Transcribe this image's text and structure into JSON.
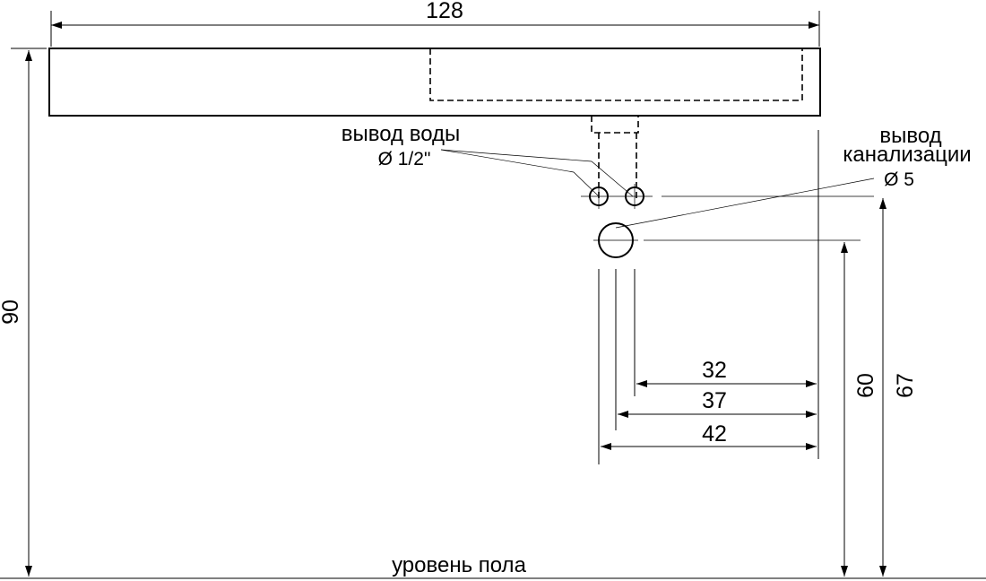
{
  "dimensions": {
    "width_total": "128",
    "height_total": "90",
    "height_drain": "60",
    "height_water": "67",
    "offset_32": "32",
    "offset_37": "37",
    "offset_42": "42"
  },
  "labels": {
    "water_outlet": "вывод воды",
    "water_diameter": "Ø 1/2\"",
    "drain_outlet_line1": "вывод",
    "drain_outlet_line2": "канализации",
    "drain_diameter": "Ø 5",
    "floor_level": "уровень пола"
  }
}
